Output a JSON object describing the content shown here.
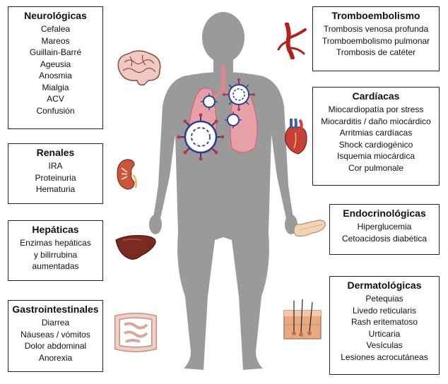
{
  "colors": {
    "body": "#9a9a9a",
    "lung": "#e8a0a8",
    "lung_dark": "#c9707a",
    "virus": "#2f3e8f",
    "virus_spike": "#c0344a",
    "kidney": "#c9553a",
    "liver": "#7a2a1e",
    "vessel": "#b5201c",
    "intestine": "#f0cfc4",
    "pancreas": "#f1d4b5",
    "skin": "#e8a882",
    "brain": "#f2c8c2"
  },
  "panels": {
    "neuro": {
      "title": "Neurológicas",
      "items": [
        "Cefalea",
        "Mareos",
        "Guillain-Barré",
        "Ageusia",
        "Anosmia",
        "Mialgia",
        "ACV",
        "Confusión"
      ],
      "icon": "brain-icon"
    },
    "renal": {
      "title": "Renales",
      "items": [
        "IRA",
        "Proteinuria",
        "Hematuria"
      ],
      "icon": "kidney-icon"
    },
    "hepatic": {
      "title": "Hepáticas",
      "items": [
        "Enzimas hepáticas",
        "y bilirrubina",
        "aumentadas"
      ],
      "icon": "liver-icon"
    },
    "gastro": {
      "title": "Gastrointestinales",
      "items": [
        "Diarrea",
        "Náuseas / vómitos",
        "Dolor abdominal",
        "Anorexia"
      ],
      "icon": "intestine-icon"
    },
    "thrombo": {
      "title": "Tromboembolismo",
      "items": [
        "Trombosis venosa profunda",
        "Tromboembolismo pulmonar",
        "Trombosis de catéter"
      ],
      "icon": "blood-vessel-icon"
    },
    "cardiac": {
      "title": "Cardíacas",
      "items": [
        "Miocardiopatía por stress",
        "Miocarditis / daño miocárdico",
        "Arritmias cardíacas",
        "Shock cardiogénico",
        "Isquemia miocárdica",
        "Cor pulmonale"
      ],
      "icon": "heart-icon"
    },
    "endocrine": {
      "title": "Endocrinológicas",
      "items": [
        "Hiperglucemia",
        "Cetoacidosis diabética"
      ],
      "icon": "pancreas-icon"
    },
    "derm": {
      "title": "Dermatológicas",
      "items": [
        "Petequias",
        "Livedo reticularis",
        "Rash eritematoso",
        "Urticaria",
        "Vesículas",
        "Lesiones acrocutáneas"
      ],
      "icon": "skin-icon"
    }
  }
}
